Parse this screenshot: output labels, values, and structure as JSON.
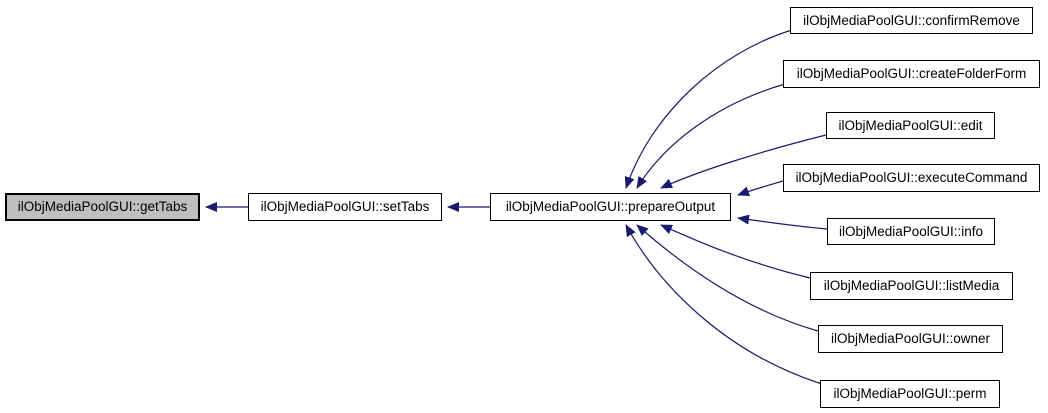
{
  "diagram": {
    "kind": "call-graph",
    "background_color": "#ffffff",
    "edge_color": "#191970",
    "node_border_color": "#000000",
    "node_fill_color": "#ffffff",
    "highlighted_node_fill_color": "#bfbfbf"
  },
  "nodes": [
    {
      "id": "getTabs",
      "label": "ilObjMediaPoolGUI::getTabs",
      "highlighted": true
    },
    {
      "id": "setTabs",
      "label": "ilObjMediaPoolGUI::setTabs",
      "highlighted": false
    },
    {
      "id": "prepareOutput",
      "label": "ilObjMediaPoolGUI::prepareOutput",
      "highlighted": false
    },
    {
      "id": "confirmRemove",
      "label": "ilObjMediaPoolGUI::confirmRemove",
      "highlighted": false
    },
    {
      "id": "createFolderForm",
      "label": "ilObjMediaPoolGUI::createFolderForm",
      "highlighted": false
    },
    {
      "id": "edit",
      "label": "ilObjMediaPoolGUI::edit",
      "highlighted": false
    },
    {
      "id": "executeCommand",
      "label": "ilObjMediaPoolGUI::executeCommand",
      "highlighted": false
    },
    {
      "id": "info",
      "label": "ilObjMediaPoolGUI::info",
      "highlighted": false
    },
    {
      "id": "listMedia",
      "label": "ilObjMediaPoolGUI::listMedia",
      "highlighted": false
    },
    {
      "id": "owner",
      "label": "ilObjMediaPoolGUI::owner",
      "highlighted": false
    },
    {
      "id": "perm",
      "label": "ilObjMediaPoolGUI::perm",
      "highlighted": false
    }
  ],
  "edges": [
    {
      "from": "setTabs",
      "to": "getTabs"
    },
    {
      "from": "prepareOutput",
      "to": "setTabs"
    },
    {
      "from": "confirmRemove",
      "to": "prepareOutput"
    },
    {
      "from": "createFolderForm",
      "to": "prepareOutput"
    },
    {
      "from": "edit",
      "to": "prepareOutput"
    },
    {
      "from": "executeCommand",
      "to": "prepareOutput"
    },
    {
      "from": "info",
      "to": "prepareOutput"
    },
    {
      "from": "listMedia",
      "to": "prepareOutput"
    },
    {
      "from": "owner",
      "to": "prepareOutput"
    },
    {
      "from": "perm",
      "to": "prepareOutput"
    }
  ]
}
